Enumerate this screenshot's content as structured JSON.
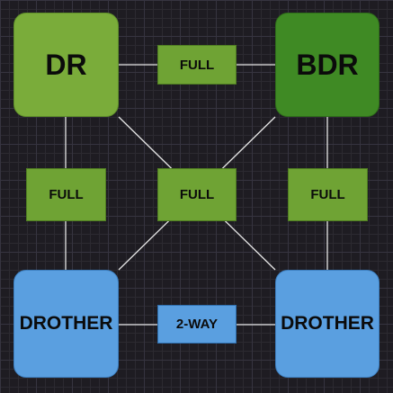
{
  "nodes": {
    "dr": "DR",
    "bdr": "BDR",
    "drother_left": "DROTHER",
    "drother_right": "DROTHER"
  },
  "labels": {
    "top": "FULL",
    "left": "FULL",
    "center": "FULL",
    "right": "FULL",
    "bottom": "2-WAY"
  },
  "colors": {
    "dr_fill": "#7aac3a",
    "bdr_fill": "#3f8a24",
    "drother_fill": "#5a9fe0",
    "full_label_fill": "#6fa334",
    "two_way_label_fill": "#5a9fe0",
    "link_color": "#e6e6e6",
    "background": "#1e1c22"
  }
}
